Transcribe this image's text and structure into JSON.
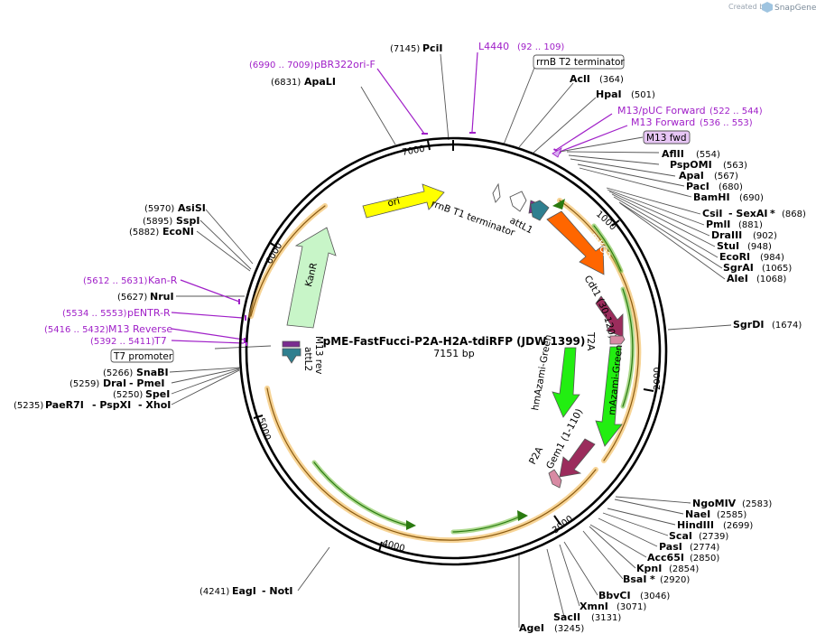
{
  "header": {
    "created_by": "Created by",
    "brand": "SnapGene"
  },
  "plasmid": {
    "name": "pME-FastFucci-P2A-H2A-tdiRFP (JDW 1399)",
    "length": "7151 bp"
  },
  "ticks": [
    "1000",
    "2000",
    "3000",
    "4000",
    "5000",
    "6000",
    "7000"
  ],
  "enzymes": {
    "PciI": {
      "name": "PciI",
      "pos": "(7145)"
    },
    "ApaLI": {
      "name": "ApaLI",
      "pos": "(6831)"
    },
    "AclI": {
      "name": "AclI",
      "pos": "(364)"
    },
    "HpaI": {
      "name": "HpaI",
      "pos": "(501)"
    },
    "AflII": {
      "name": "AflII",
      "pos": "(554)"
    },
    "PspOMI": {
      "name": "PspOMI",
      "pos": "(563)"
    },
    "ApaI": {
      "name": "ApaI",
      "pos": "(567)"
    },
    "PacI": {
      "name": "PacI",
      "pos": "(680)"
    },
    "BamHI": {
      "name": "BamHI",
      "pos": "(690)"
    },
    "CsiI": {
      "name": "CsiI",
      "sep": "- SexAI",
      "star": "*",
      "pos": "(868)"
    },
    "PmlI": {
      "name": "PmlI",
      "pos": "(881)"
    },
    "DraIII": {
      "name": "DraIII",
      "pos": "(902)"
    },
    "StuI": {
      "name": "StuI",
      "pos": "(948)"
    },
    "EcoRI": {
      "name": "EcoRI",
      "pos": "(984)"
    },
    "SgrAI": {
      "name": "SgrAI",
      "pos": "(1065)"
    },
    "AleI": {
      "name": "AleI",
      "pos": "(1068)"
    },
    "SgrDI": {
      "name": "SgrDI",
      "pos": "(1674)"
    },
    "NgoMIV": {
      "name": "NgoMIV",
      "pos": "(2583)"
    },
    "NaeI": {
      "name": "NaeI",
      "pos": "(2585)"
    },
    "HindIII": {
      "name": "HindIII",
      "pos": "(2699)"
    },
    "ScaI": {
      "name": "ScaI",
      "pos": "(2739)"
    },
    "PasI": {
      "name": "PasI",
      "pos": "(2774)"
    },
    "Acc65I": {
      "name": "Acc65I",
      "pos": "(2850)"
    },
    "KpnI": {
      "name": "KpnI",
      "pos": "(2854)"
    },
    "BsaI": {
      "name": "BsaI",
      "star": "*",
      "pos": "(2920)"
    },
    "BbvCI": {
      "name": "BbvCI",
      "pos": "(3046)"
    },
    "XmnI": {
      "name": "XmnI",
      "pos": "(3071)"
    },
    "SacII": {
      "name": "SacII",
      "pos": "(3131)"
    },
    "AgeI": {
      "name": "AgeI",
      "pos": "(3245)"
    },
    "EagI": {
      "name": "EagI",
      "sep": "- NotI",
      "pos": "(4241)"
    },
    "PaeR7I": {
      "name": "PaeR7I",
      "sep1": "- PspXI",
      "sep2": "- XhoI",
      "pos": "(5235)"
    },
    "SpeI": {
      "name": "SpeI",
      "pos": "(5250)"
    },
    "DraI": {
      "name": "DraI",
      "sep": "- PmeI",
      "pos": "(5259)"
    },
    "SnaBI": {
      "name": "SnaBI",
      "pos": "(5266)"
    },
    "NruI": {
      "name": "NruI",
      "pos": "(5627)"
    },
    "EcoNI": {
      "name": "EcoNI",
      "pos": "(5882)"
    },
    "SspI": {
      "name": "SspI",
      "pos": "(5895)"
    },
    "AsiSI": {
      "name": "AsiSI",
      "pos": "(5970)"
    }
  },
  "primers": {
    "L4440": {
      "name": "L4440",
      "range": "(92 .. 109)"
    },
    "pBR322ori": {
      "name": "pBR322ori-F",
      "range": "(6990 .. 7009)"
    },
    "M13pUC": {
      "name": "M13/pUC Forward",
      "range": "(522 .. 544)"
    },
    "M13Forward": {
      "name": "M13 Forward",
      "range": "(536 .. 553)"
    },
    "KanR": {
      "name": "Kan-R",
      "range": "(5612 .. 5631)"
    },
    "pENTR": {
      "name": "pENTR-R",
      "range": "(5534 .. 5553)"
    },
    "M13Reverse": {
      "name": "M13 Reverse",
      "range": "(5416 .. 5432)"
    },
    "T7": {
      "name": "T7",
      "range": "(5392 .. 5411)"
    }
  },
  "boxed_labels": {
    "rrnB_T2": "rrnB T2 terminator",
    "M13fwd": "M13 fwd",
    "T7promoter": "T7 promoter"
  },
  "features": {
    "rrnB_T1": "rrnB T1 terminator",
    "attL1": "attL1",
    "mKO2": "mKO2",
    "Cdt1": "Cdt1 (30-120)",
    "T2A": "T2A",
    "mAzamiGreen": "mAzami-Green",
    "hmAzamiGreen": "hmAzami-Green",
    "Gem1": "Gem1 (1-110)",
    "P2A": "P2A",
    "ori": "ori",
    "KanR": "KanR",
    "M13rev": "M13 rev",
    "attL2": "attL2"
  },
  "colors": {
    "orange_feature": "#ff6600",
    "green_feature": "#22ee11",
    "maroon_feature": "#9b2c5c",
    "teal_feature": "#2f7f8f",
    "ori_yellow": "#ffff00",
    "kanr_green": "#c8f5c8",
    "orf_orange": "#f0b040",
    "primer_purple": "#a020c8"
  }
}
